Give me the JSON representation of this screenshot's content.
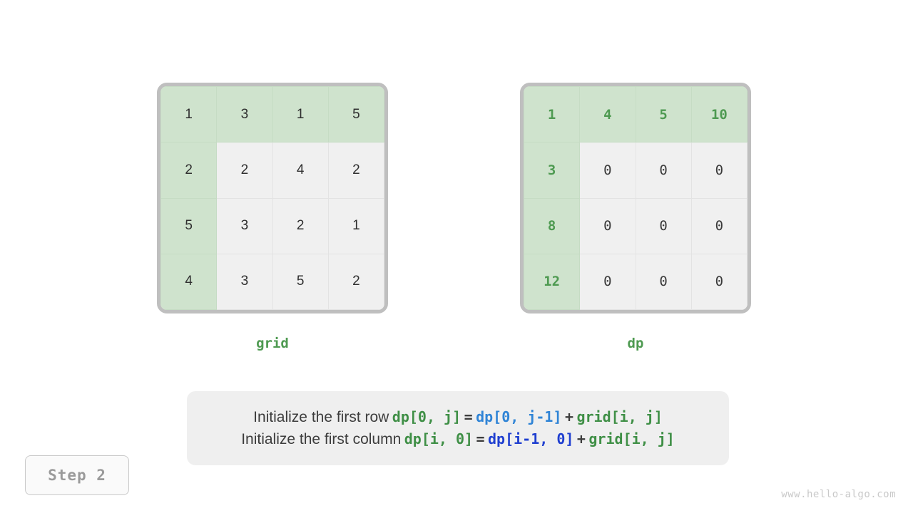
{
  "matrices": {
    "grid": {
      "label": "grid",
      "rows": [
        [
          "1",
          "3",
          "1",
          "5"
        ],
        [
          "2",
          "2",
          "4",
          "2"
        ],
        [
          "5",
          "3",
          "2",
          "1"
        ],
        [
          "4",
          "3",
          "5",
          "2"
        ]
      ],
      "highlight": "first-row-and-first-column"
    },
    "dp": {
      "label": "dp",
      "rows": [
        [
          "1",
          "4",
          "5",
          "10"
        ],
        [
          "3",
          "0",
          "0",
          "0"
        ],
        [
          "8",
          "0",
          "0",
          "0"
        ],
        [
          "12",
          "0",
          "0",
          "0"
        ]
      ],
      "highlight": "first-row-and-first-column"
    }
  },
  "formula": {
    "line1": {
      "text": "Initialize the first row",
      "lhs": "dp[0, j]",
      "eq": "=",
      "rhs1": "dp[0, j-1]",
      "plus": "+",
      "rhs2": "grid[i, j]"
    },
    "line2": {
      "text": "Initialize the first column",
      "lhs": "dp[i, 0]",
      "eq": "=",
      "rhs1": "dp[i-1, 0]",
      "plus": "+",
      "rhs2": "grid[i, j]"
    }
  },
  "step_badge": "Step 2",
  "watermark": "www.hello-algo.com",
  "colors": {
    "highlight_cell": "#cfe3cd",
    "cell": "#f0f0f0",
    "frame_border": "#bfbfbf",
    "green_text": "#4e9a51",
    "formula_green": "#3f8f46",
    "formula_blue_light": "#2f84d6",
    "formula_blue_dark": "#1f3fd0",
    "badge_text": "#9a9a9a",
    "watermark": "#c9c9c9"
  }
}
